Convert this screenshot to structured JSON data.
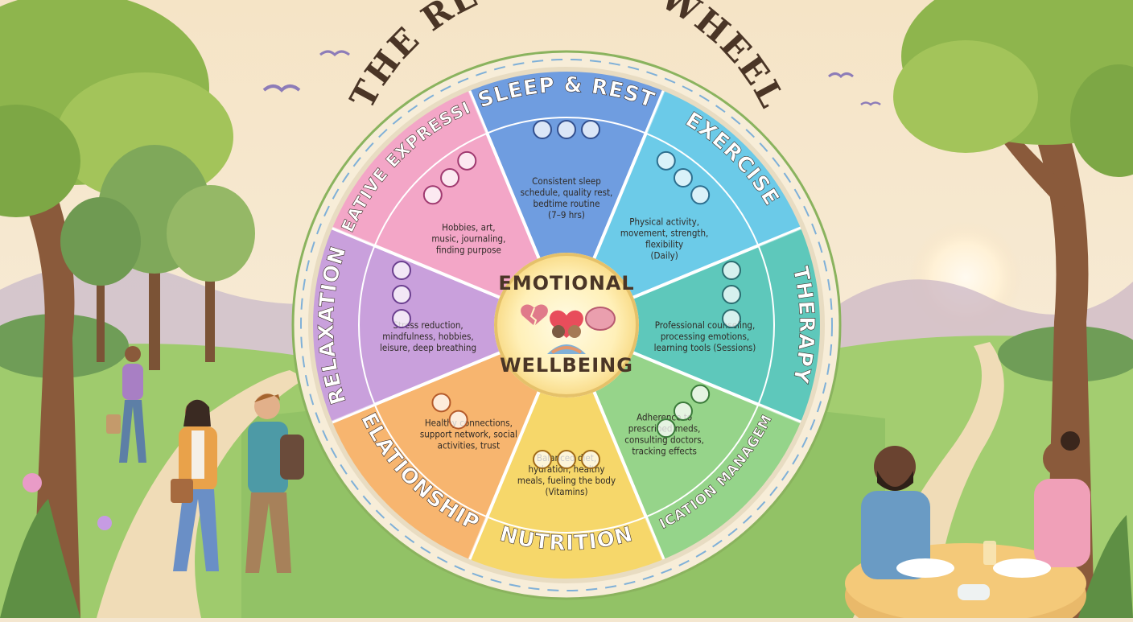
{
  "title": "THE RECOVERY WHEEL",
  "center": {
    "line1": "EMOTIONAL",
    "line2": "WELLBEING"
  },
  "segments": [
    {
      "id": "sleep",
      "title": "SLEEP & REST",
      "desc": [
        "Consistent sleep",
        "schedule, quality rest,",
        "bedtime routine",
        "(7–9 hrs)"
      ],
      "color": "#6f9de0"
    },
    {
      "id": "exercise",
      "title": "EXERCISE",
      "desc": [
        "Physical activity,",
        "movement, strength,",
        "flexibility",
        "(Daily)"
      ],
      "color": "#6ccbe8"
    },
    {
      "id": "therapy",
      "title": "THERAPY",
      "desc": [
        "Professional counseling,",
        "processing emotions,",
        "learning tools (Sessions)"
      ],
      "color": "#5ec8bb"
    },
    {
      "id": "medication",
      "title": "MEDICATION MANAGEMENT",
      "title_lines": [
        "MEDICATION",
        "MANAGEMENT"
      ],
      "desc": [
        "Adherence to",
        "prescribed meds,",
        "consulting doctors,",
        "tracking effects"
      ],
      "color": "#96d48a"
    },
    {
      "id": "nutrition",
      "title": "NUTRITION",
      "desc": [
        "Balanced diet,",
        "hydration, healthy",
        "meals, fueling the body",
        "(Vitamins)"
      ],
      "color": "#f6d76a"
    },
    {
      "id": "relationships",
      "title": "RELATIONSHIPS",
      "desc": [
        "Healthy connections,",
        "support network, social",
        "activities, trust"
      ],
      "color": "#f7b56f"
    },
    {
      "id": "relaxation",
      "title": "RELAXATION",
      "desc": [
        "Stress reduction,",
        "mindfulness, hobbies,",
        "leisure, deep breathing"
      ],
      "color": "#c9a0dc"
    },
    {
      "id": "creative",
      "title": "CREATIVE EXPRESSION",
      "desc": [
        "Hobbies, art,",
        "music, journaling,",
        "finding purpose"
      ],
      "color": "#f3a6c7"
    }
  ],
  "palette": {
    "sky": "#f6e7cf",
    "ring_border": "#4a3a2a",
    "center_fill": "#fff4c6",
    "grass": "#9cc96b"
  },
  "icons": {
    "sleep": [
      "bed-icon",
      "moon-icon",
      "stars-icon"
    ],
    "exercise": [
      "runner-icon",
      "dumbbell-icon",
      "bicycle-icon"
    ],
    "therapy": [
      "brain-icon",
      "counseling-icon",
      "speech-bubble-icon"
    ],
    "medication": [
      "pill-bottle-icon",
      "capsule-icon",
      "caduceus-icon"
    ],
    "nutrition": [
      "salad-bowl-icon",
      "fish-icon",
      "nut-icon"
    ],
    "relationships": [
      "family-hug-icon",
      "hands-heart-icon"
    ],
    "relaxation": [
      "meditation-icon",
      "book-icon",
      "bathtub-icon",
      "lotus-icon",
      "flower-icon"
    ],
    "creative": [
      "palette-icon",
      "camera-icon",
      "music-note-icon",
      "notebook-icon",
      "picture-frame-icon"
    ],
    "center": [
      "heart-icon",
      "broken-heart-icon",
      "brain-icon",
      "hug-icon"
    ]
  }
}
